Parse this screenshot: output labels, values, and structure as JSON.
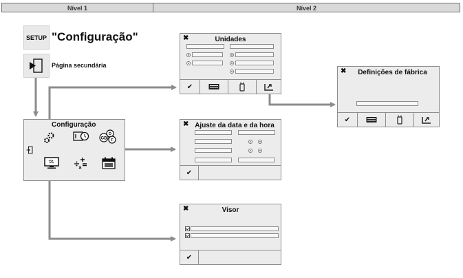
{
  "header": {
    "level1": "Nível 1",
    "level2": "Nível 2"
  },
  "setup": {
    "icon_text": "SETUP",
    "label": "\"Configuração\""
  },
  "secondary": {
    "label": "Página secundária"
  },
  "config": {
    "title": "Configuração"
  },
  "units": {
    "title": "Unidades"
  },
  "factory": {
    "title": "Definições de fábrica"
  },
  "datetime": {
    "title": "Ajuste da data e da hora"
  },
  "display": {
    "title": "Visor"
  },
  "close_glyph": "✖",
  "confirm_glyph": "✔",
  "colors": {
    "arrow": "#8c8c8c",
    "panel": "#ececec",
    "border": "#8e8e8e",
    "header": "#d9d9d9"
  },
  "icons": [
    "close-icon",
    "confirm-icon",
    "keyboard-icon",
    "phone-icon",
    "reset-icon",
    "enter-icon",
    "settings-icon",
    "time-icon",
    "language-icon",
    "screen-icon",
    "units-calc-icon",
    "calendar-icon",
    "checkbox-icon"
  ]
}
